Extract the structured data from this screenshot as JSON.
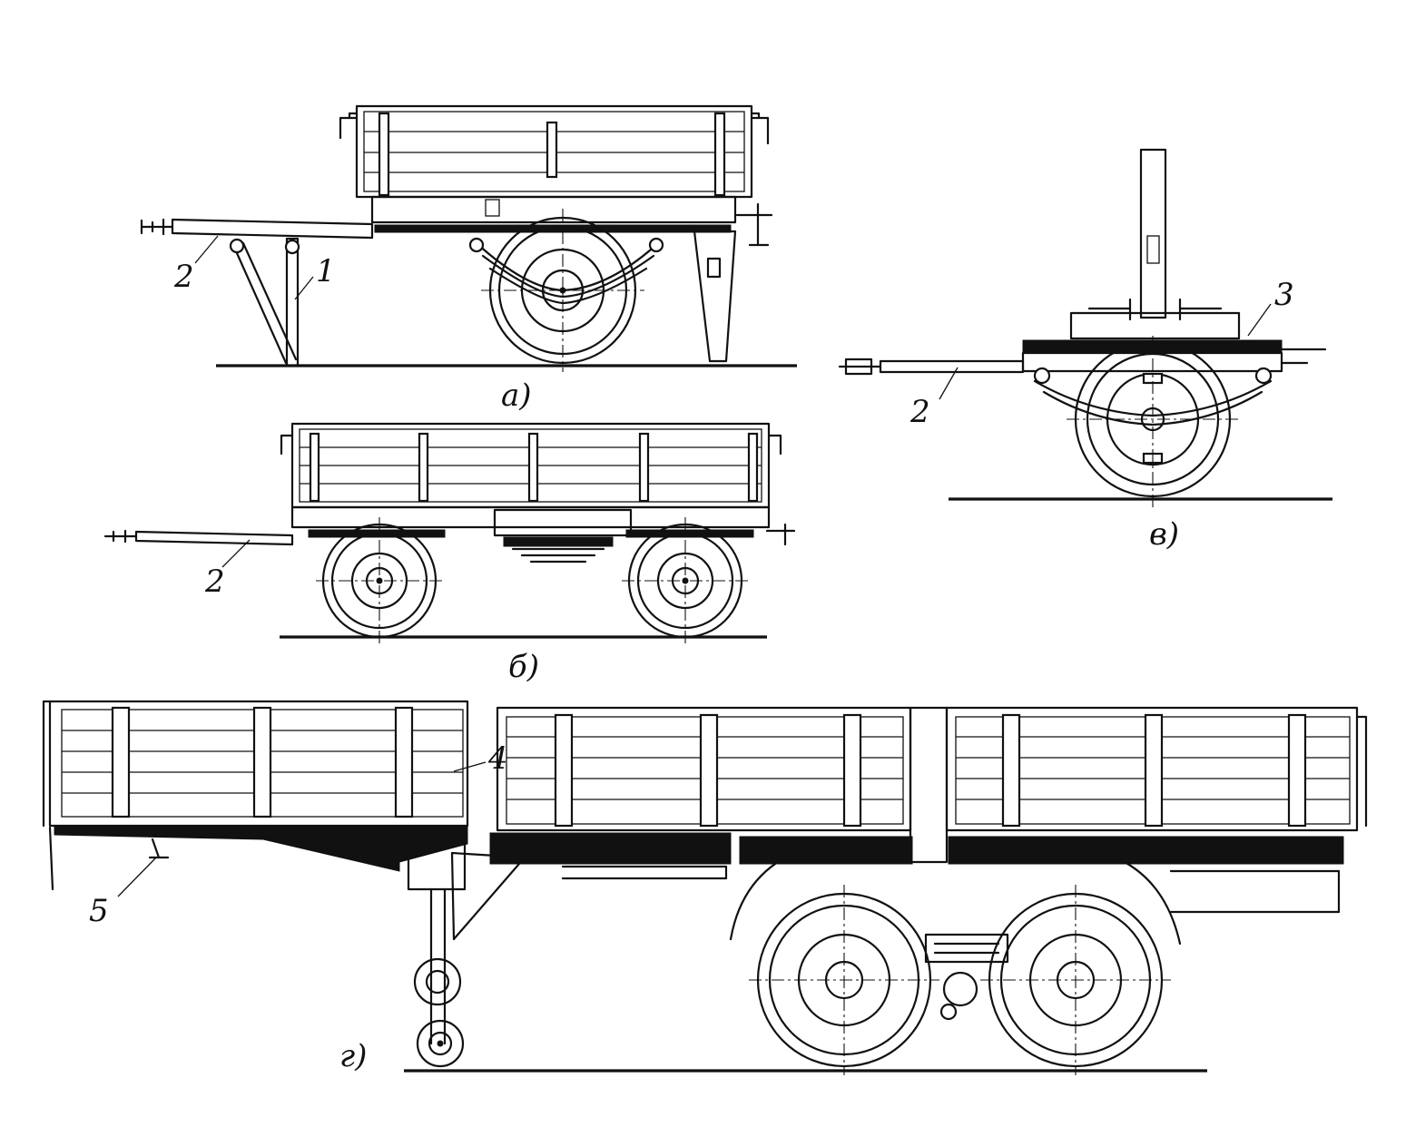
{
  "callouts": {
    "one": "1",
    "two": "2",
    "three": "3",
    "four": "4",
    "five": "5"
  },
  "captions": {
    "a": "а)",
    "b": "б)",
    "v": "в)",
    "g": "г)"
  }
}
